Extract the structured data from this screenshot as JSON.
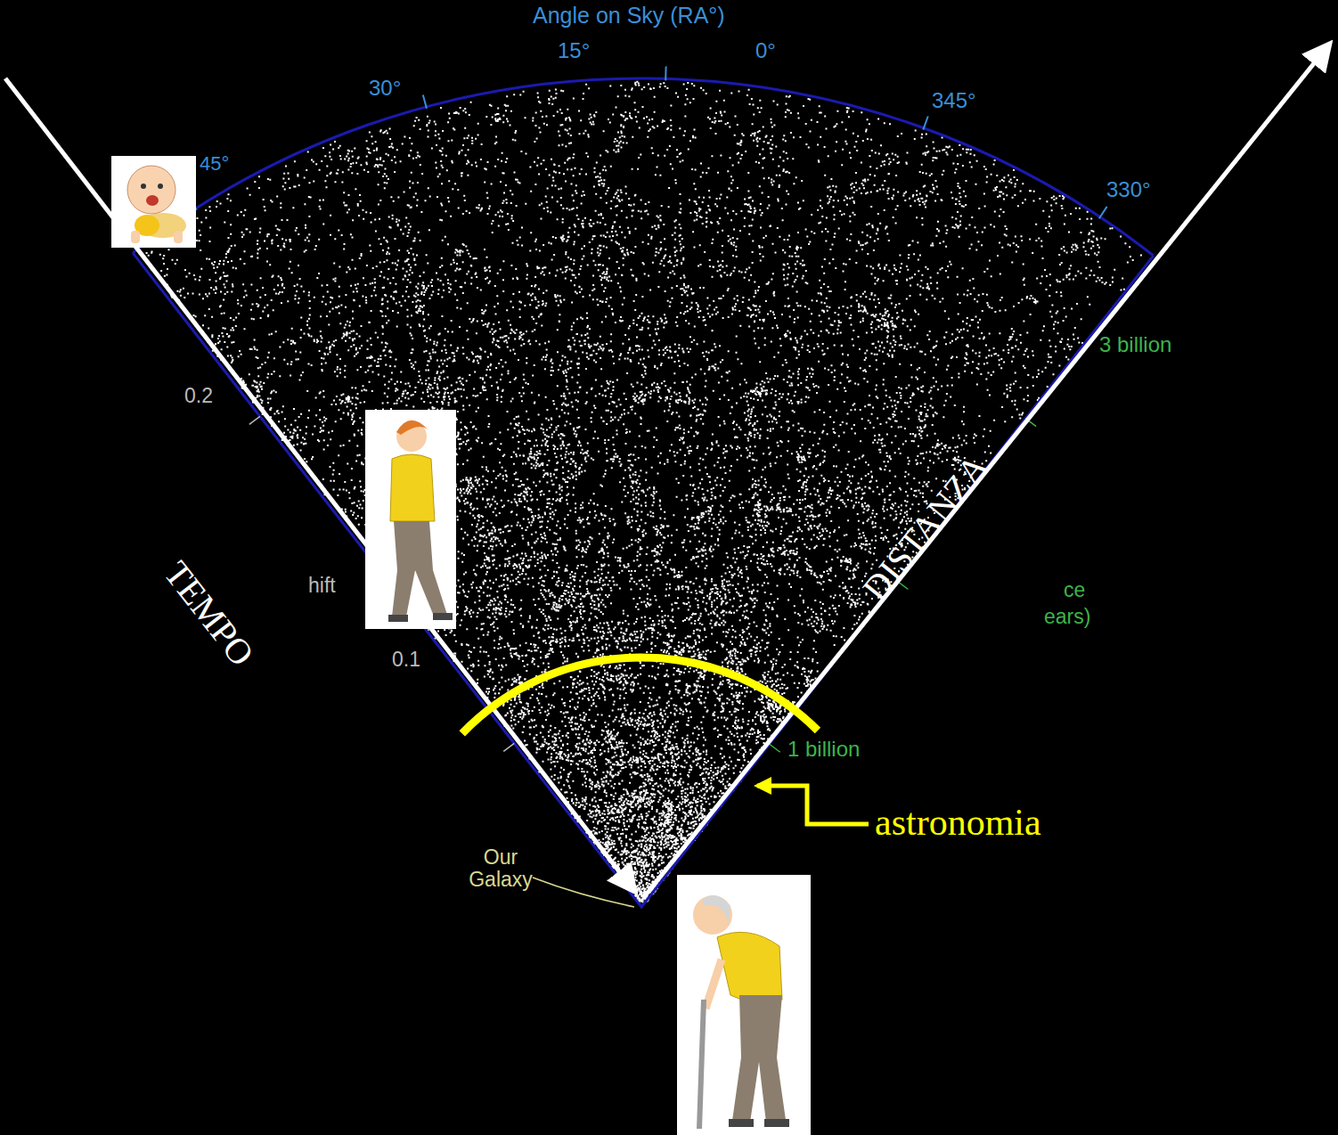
{
  "diagram": {
    "labels": [
      "Angle on Sky (RA°)",
      "15°",
      "0°",
      "30°",
      "345°",
      "45°",
      "330°",
      "3 billion",
      "0.2",
      "hift",
      "TEMPO",
      "ce",
      "ears)",
      "DISTANZA",
      "0.1",
      "1 billion",
      "astronomia",
      "Our Galaxy"
    ]
  }
}
